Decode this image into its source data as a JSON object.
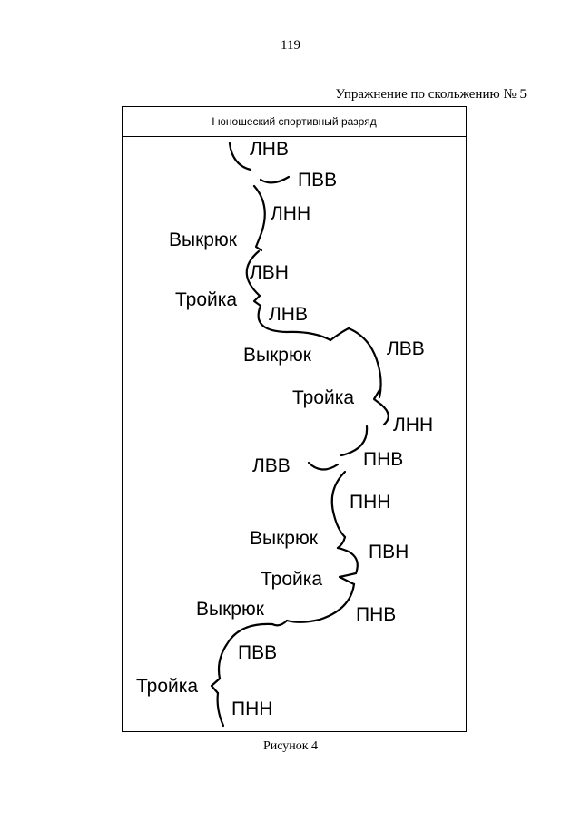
{
  "page_number": "119",
  "exercise_title": "Упражнение по скольжению № 5",
  "frame_header": "I юношеский спортивный разряд",
  "diagram": {
    "labels": [
      "ЛНВ",
      "ПВВ",
      "ЛНН",
      "Выкрюк",
      "ЛВН",
      "Тройка",
      "ЛНВ",
      "Выкрюк",
      "ЛВВ",
      "Тройка",
      "ЛНН",
      "ЛВВ",
      "ПНВ",
      "ПНН",
      "Выкрюк",
      "ПВН",
      "Тройка",
      "Выкрюк",
      "ПНВ",
      "ПВВ",
      "Тройка",
      "ПНН"
    ]
  },
  "caption": "Рисунок 4"
}
